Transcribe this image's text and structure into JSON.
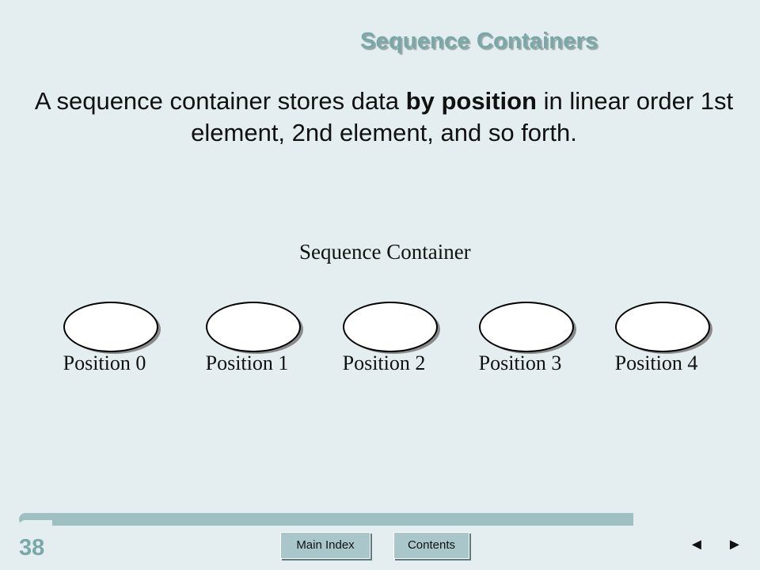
{
  "slide": {
    "title": "Sequence Containers",
    "body_parts": [
      "A sequence container stores data ",
      "by position",
      " in linear order 1st element, 2nd element, and so forth."
    ],
    "page_number": "38"
  },
  "diagram": {
    "title": "Sequence Container",
    "positions": [
      "Position 0",
      "Position 1",
      "Position 2",
      "Position 3",
      "Position 4"
    ]
  },
  "footer": {
    "main_index_label": "Main Index",
    "contents_label": "Contents",
    "prev_glyph": "◄",
    "next_glyph": "►"
  }
}
